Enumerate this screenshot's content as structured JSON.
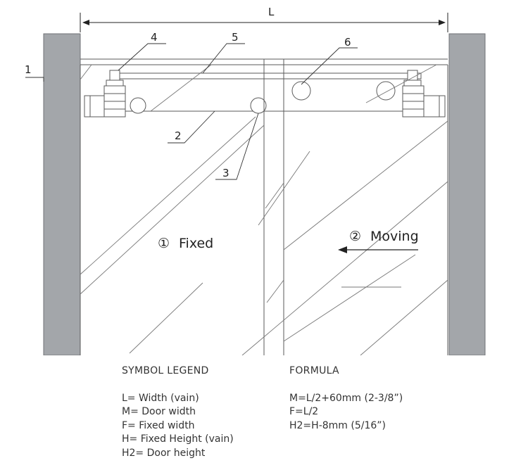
{
  "callouts": {
    "dim_l": "L",
    "n1": "1",
    "n2": "2",
    "n3": "3",
    "n4": "4",
    "n5": "5",
    "n6": "6"
  },
  "panels": {
    "fixed": {
      "number": "①",
      "label": "Fixed"
    },
    "moving": {
      "number": "②",
      "label": "Moving"
    }
  },
  "legend": {
    "title": "SYMBOL LEGEND",
    "items": [
      "L= Width (vain)",
      "M= Door width",
      "F= Fixed width",
      "H= Fixed Height (vain)",
      "H2= Door height"
    ]
  },
  "formula": {
    "title": "FORMULA",
    "items": [
      "M=L/2+60mm (2-3/8”)",
      "F=L/2",
      "H2=H-8mm (5/16”)"
    ]
  },
  "colors": {
    "wall": "#a3a6aa",
    "line": "#5a5a5a",
    "text": "#333333"
  }
}
